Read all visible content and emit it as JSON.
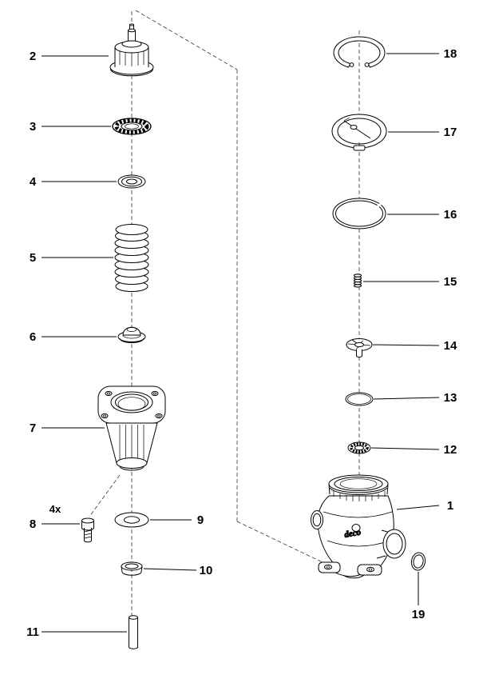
{
  "diagram": {
    "background_color": "#ffffff",
    "line_color": "#000000",
    "type": "exploded-parts-diagram"
  },
  "parts": {
    "n1": "1",
    "n2": "2",
    "n3": "3",
    "n4": "4",
    "n5": "5",
    "n6": "6",
    "n7": "7",
    "n8": "8",
    "n9": "9",
    "n10": "10",
    "n11": "11",
    "n12": "12",
    "n13": "13",
    "n14": "14",
    "n15": "15",
    "n16": "16",
    "n17": "17",
    "n18": "18",
    "n19": "19"
  },
  "notes": {
    "quantity": "4x",
    "body_brand": "deco"
  }
}
